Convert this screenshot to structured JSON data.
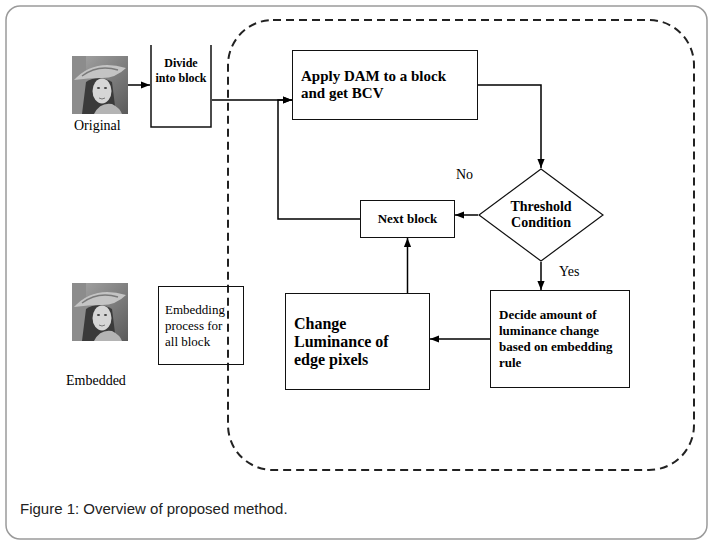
{
  "diagram": {
    "caption": "Figure 1: Overview of proposed method.",
    "nodes": [
      {
        "text": [
          "Original"
        ]
      },
      {
        "text": [
          "Divide into block"
        ]
      },
      {
        "text": [
          "Apply DAM to a block and get BCV"
        ]
      },
      {
        "text": [
          "Threshold Condition"
        ]
      },
      {
        "text": [
          "Next block"
        ]
      },
      {
        "text": [
          "Decide amount of luminance change based on embedding rule"
        ]
      },
      {
        "text": [
          "Change Luminance of edge pixels"
        ]
      },
      {
        "text": [
          "Embedded"
        ]
      },
      {
        "text": [
          "Embedding process for all block"
        ]
      }
    ],
    "edges": [
      {
        "from": 0,
        "to": 1,
        "arrow": "to"
      },
      {
        "from": 1,
        "to": 2,
        "arrow": "to"
      },
      {
        "from": 2,
        "to": 3,
        "arrow": "to"
      },
      {
        "from": 3,
        "to": 4,
        "label": "No",
        "arrow": "to"
      },
      {
        "from": 3,
        "to": 5,
        "label": "Yes",
        "arrow": "to"
      },
      {
        "from": 5,
        "to": 6,
        "arrow": "to"
      },
      {
        "from": 6,
        "to": 4,
        "arrow": "to"
      },
      {
        "from": 4,
        "to": 2,
        "arrow": "to"
      }
    ]
  }
}
